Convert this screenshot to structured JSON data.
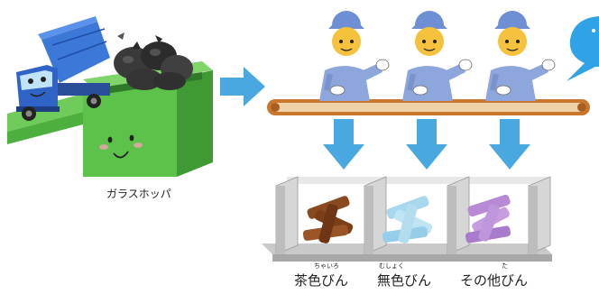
{
  "labels": {
    "hopper": "ガラスホッパ",
    "bins": [
      {
        "name": "茶色びん",
        "ruby": "ちゃいろ"
      },
      {
        "name": "無色びん",
        "ruby": "むしょく"
      },
      {
        "name": "その他びん",
        "ruby": "た"
      }
    ]
  },
  "colors": {
    "arrow": "#4aa8e0",
    "hopper_green": "#5cc24a",
    "hopper_dark": "#3f9a34",
    "truck_blue": "#2f63c6",
    "worker_uniform": "#8da6dc",
    "worker_face": "#f6c23e",
    "conveyor": "#c9772c",
    "bin_wall": "#d6d6d6",
    "glass_brown": "#8a4a20",
    "glass_clear": "#a8d8ee",
    "glass_other": "#b88ad6",
    "speech": "#2fa3e6"
  },
  "icons": [
    "dump-truck-icon",
    "garbage-bags-icon",
    "worker-icon",
    "down-arrow-icon",
    "right-arrow-icon",
    "speech-bubble-icon"
  ]
}
